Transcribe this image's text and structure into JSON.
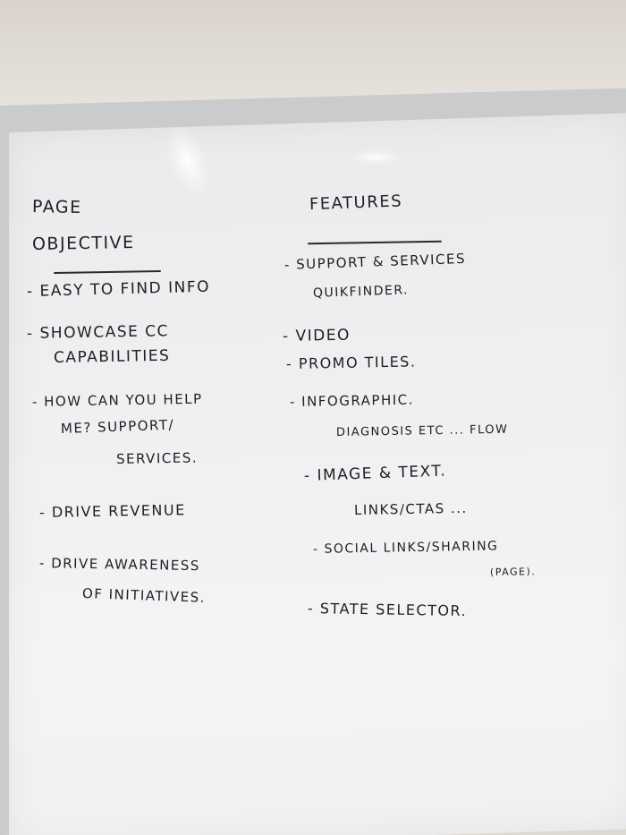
{
  "whiteboard": {
    "left_column": {
      "heading_line1": "PAGE",
      "heading_line2": "OBJECTIVE",
      "items": [
        {
          "line1": "- EASY TO FIND INFO"
        },
        {
          "line1": "- SHOWCASE CC",
          "line2": "CAPABILITIES"
        },
        {
          "line1": "- HOW CAN YOU HELP",
          "line2": "ME? SUPPORT/",
          "line3": "SERVICES."
        },
        {
          "line1": "- DRIVE REVENUE"
        },
        {
          "line1": "- DRIVE AWARENESS",
          "line2": "OF INITIATIVES."
        }
      ]
    },
    "right_column": {
      "heading": "FEATURES",
      "items": [
        {
          "line1": "- SUPPORT & SERVICES",
          "line2": "QUIKFINDER."
        },
        {
          "line1": "- VIDEO"
        },
        {
          "line1": "- PROMO TILES."
        },
        {
          "line1": "- INFOGRAPHIC.",
          "line2": "DIAGNOSIS ETC ... FLOW"
        },
        {
          "line1": "- IMAGE & TEXT.",
          "line2": "LINKS/CTAS ..."
        },
        {
          "line1": "- SOCIAL LINKS/SHARING",
          "line2": "(PAGE)."
        },
        {
          "line1": "- STATE SELECTOR."
        }
      ]
    },
    "ink_color": "#1e1f22",
    "board_color": "#eef0f1"
  }
}
